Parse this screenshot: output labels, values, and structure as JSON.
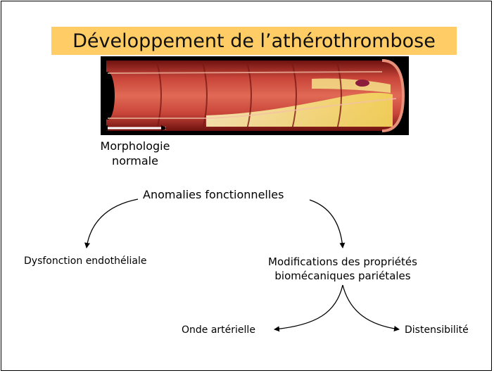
{
  "slide": {
    "title": "Développement de l’athérothrombose"
  },
  "illustration": {
    "caption_line1": "Morphologie",
    "caption_line2": "normale"
  },
  "diagram": {
    "root": "Anomalies fonctionnelles",
    "left_branch": "Dysfonction endothéliale",
    "right_branch_line1": "Modifications des propriétés",
    "right_branch_line2": "biomécaniques pariétales",
    "sub_left": "Onde artérielle",
    "sub_right": "Distensibilité"
  },
  "colors": {
    "title_background": "#ffcc66",
    "artery_wall": "#b5322a",
    "plaque": "#f2d35a"
  }
}
